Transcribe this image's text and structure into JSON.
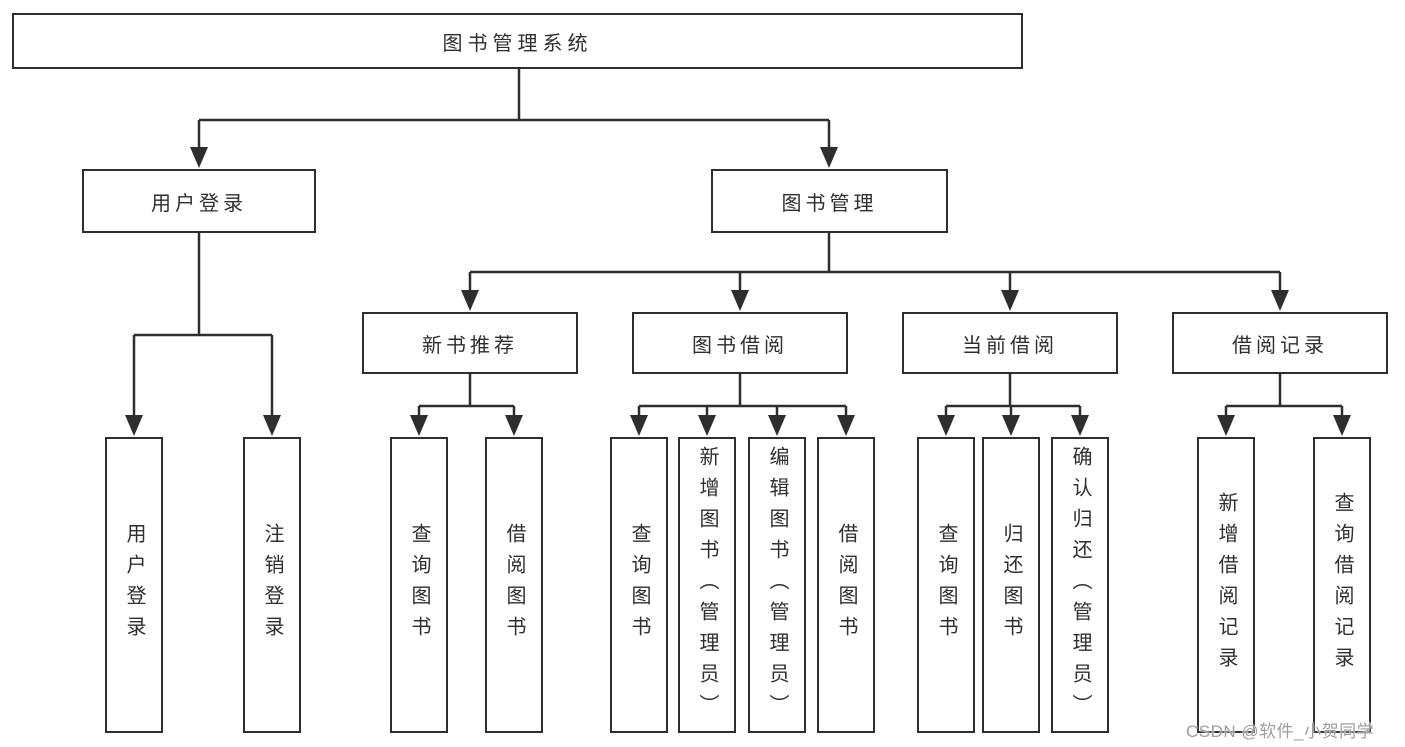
{
  "diagram_type": "function-structure-tree",
  "colors": {
    "background": "#ffffff",
    "line": "#2e2e2e",
    "text": "#2f2f2f",
    "watermark": "#9d9d9d"
  },
  "tree": {
    "label": "图书管理系统",
    "children": [
      {
        "label": "用户登录",
        "children": [
          {
            "label": "用户登录"
          },
          {
            "label": "注销登录"
          }
        ]
      },
      {
        "label": "图书管理",
        "children": [
          {
            "label": "新书推荐",
            "children": [
              {
                "label": "查询图书"
              },
              {
                "label": "借阅图书"
              }
            ]
          },
          {
            "label": "图书借阅",
            "children": [
              {
                "label": "查询图书"
              },
              {
                "label": "新增图书（管理员）"
              },
              {
                "label": "编辑图书（管理员）"
              },
              {
                "label": "借阅图书"
              }
            ]
          },
          {
            "label": "当前借阅",
            "children": [
              {
                "label": "查询图书"
              },
              {
                "label": "归还图书"
              },
              {
                "label": "确认归还（管理员）"
              }
            ]
          },
          {
            "label": "借阅记录",
            "children": [
              {
                "label": "新增借阅记录"
              },
              {
                "label": "查询借阅记录"
              }
            ]
          }
        ]
      }
    ]
  },
  "watermark": "CSDN @软件_小贺同学"
}
